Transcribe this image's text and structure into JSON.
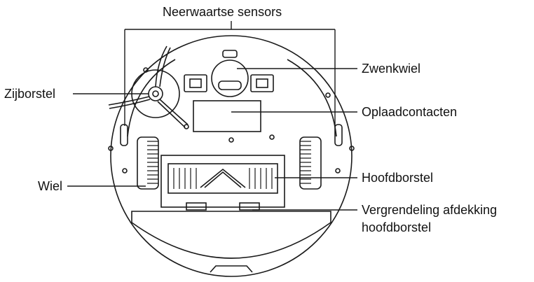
{
  "labels": {
    "downward_sensors": "Neerwaartse sensors",
    "side_brush": "Zijborstel",
    "wheel": "Wiel",
    "caster_wheel": "Zwenkwiel",
    "charging_contacts": "Oplaadcontacten",
    "main_brush": "Hoofdborstel",
    "main_brush_cover_lock_line1": "Vergrendeling afdekking",
    "main_brush_cover_lock_line2": "hoofdborstel"
  },
  "colors": {
    "line": "#1a1a1a",
    "background": "#ffffff"
  }
}
